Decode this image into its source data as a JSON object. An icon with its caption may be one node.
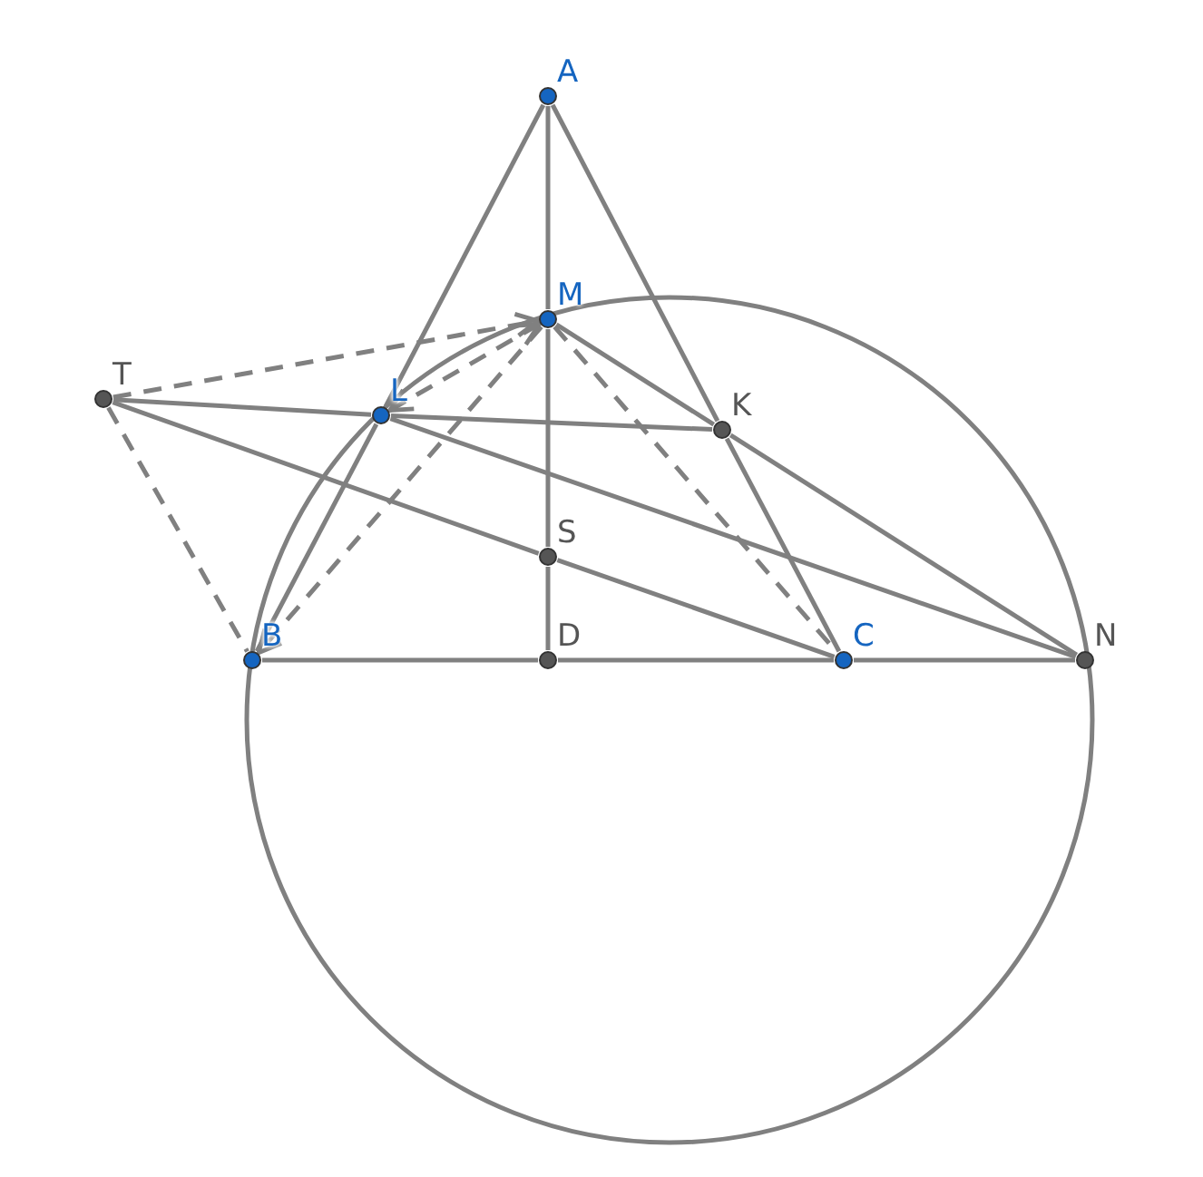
{
  "diagram": {
    "nodes": [
      {
        "text": [
          "A"
        ]
      },
      {
        "text": [
          "M"
        ]
      },
      {
        "text": [
          "T"
        ]
      },
      {
        "text": [
          "L"
        ]
      },
      {
        "text": [
          "K"
        ]
      },
      {
        "text": [
          "S"
        ]
      },
      {
        "text": [
          "B"
        ]
      },
      {
        "text": [
          "D"
        ]
      },
      {
        "text": [
          "C"
        ]
      },
      {
        "text": [
          "N"
        ]
      }
    ],
    "edges": [
      {
        "from": 0,
        "to": 3,
        "arrow": "none"
      },
      {
        "from": 3,
        "to": 6,
        "arrow": "none"
      },
      {
        "from": 0,
        "to": 1,
        "arrow": "none"
      },
      {
        "from": 1,
        "to": 5,
        "arrow": "none"
      },
      {
        "from": 5,
        "to": 7,
        "arrow": "none"
      },
      {
        "from": 0,
        "to": 4,
        "arrow": "none"
      },
      {
        "from": 4,
        "to": 8,
        "arrow": "none"
      },
      {
        "from": 6,
        "to": 7,
        "arrow": "none"
      },
      {
        "from": 7,
        "to": 8,
        "arrow": "none"
      },
      {
        "from": 8,
        "to": 9,
        "arrow": "none"
      },
      {
        "from": 2,
        "to": 3,
        "arrow": "none"
      },
      {
        "from": 3,
        "to": 4,
        "arrow": "none"
      },
      {
        "from": 2,
        "to": 5,
        "arrow": "none"
      },
      {
        "from": 5,
        "to": 8,
        "arrow": "none"
      },
      {
        "from": 3,
        "to": 9,
        "arrow": "none"
      },
      {
        "from": 1,
        "to": 4,
        "arrow": "none"
      },
      {
        "from": 4,
        "to": 9,
        "arrow": "none"
      },
      {
        "from": 2,
        "to": 1,
        "arrow": "to",
        "style": "dashed"
      },
      {
        "from": 2,
        "to": 6,
        "arrow": "none",
        "style": "dashed"
      },
      {
        "from": 3,
        "to": 1,
        "arrow": "both",
        "style": "dashed"
      },
      {
        "from": 1,
        "to": 6,
        "arrow": "to",
        "style": "dashed"
      },
      {
        "from": 1,
        "to": 8,
        "arrow": "none",
        "style": "dashed"
      }
    ]
  }
}
